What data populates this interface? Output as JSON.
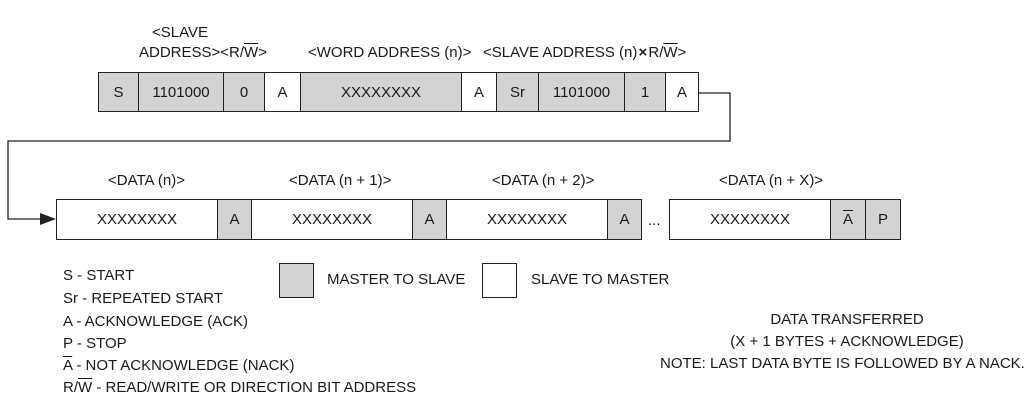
{
  "row1": {
    "labels": {
      "slave_line1": "<SLAVE",
      "slave_line2": "ADDRESS>",
      "rw_pre": "<R/",
      "rw_bar": "W",
      "rw_post": ">",
      "word_address": "<WORD ADDRESS (n)>",
      "slave_n_pre": "<SLAVE ADDRESS (n)",
      "slave_n_mid": "R/",
      "slave_n_bar": "W",
      "slave_n_post": ">"
    },
    "cells": [
      "S",
      "1101000",
      "0",
      "A",
      "XXXXXXXX",
      "A",
      "Sr",
      "1101000",
      "1",
      "A"
    ]
  },
  "row2": {
    "labels": [
      "<DATA (n)>",
      "<DATA (n + 1)>",
      "<DATA (n + 2)>",
      "<DATA (n + X)>"
    ],
    "cells": [
      "XXXXXXXX",
      "A",
      "XXXXXXXX",
      "A",
      "XXXXXXXX",
      "A",
      "XXXXXXXX",
      "A",
      "P"
    ],
    "ellipsis": "..."
  },
  "key": {
    "master_to_slave": "MASTER TO SLAVE",
    "slave_to_master": "SLAVE TO MASTER"
  },
  "legend": {
    "start": "S - START",
    "repeated_start": "Sr - REPEATED START",
    "ack": "A - ACKNOWLEDGE (ACK)",
    "stop": "P - STOP",
    "nack_bar": "A",
    "nack_text": " - NOT ACKNOWLEDGE (NACK)",
    "rw_pre": "R/",
    "rw_bar": "W",
    "rw_text": " - READ/WRITE OR DIRECTION BIT ADDRESS"
  },
  "notes": {
    "line1": "DATA TRANSFERRED",
    "line2": "(X + 1 BYTES + ACKNOWLEDGE)",
    "line3": "NOTE: LAST DATA BYTE IS FOLLOWED BY A NACK."
  },
  "colors": {
    "master_fill": "#d3d3d3",
    "slave_fill": "#ffffff",
    "stroke": "#222222"
  }
}
